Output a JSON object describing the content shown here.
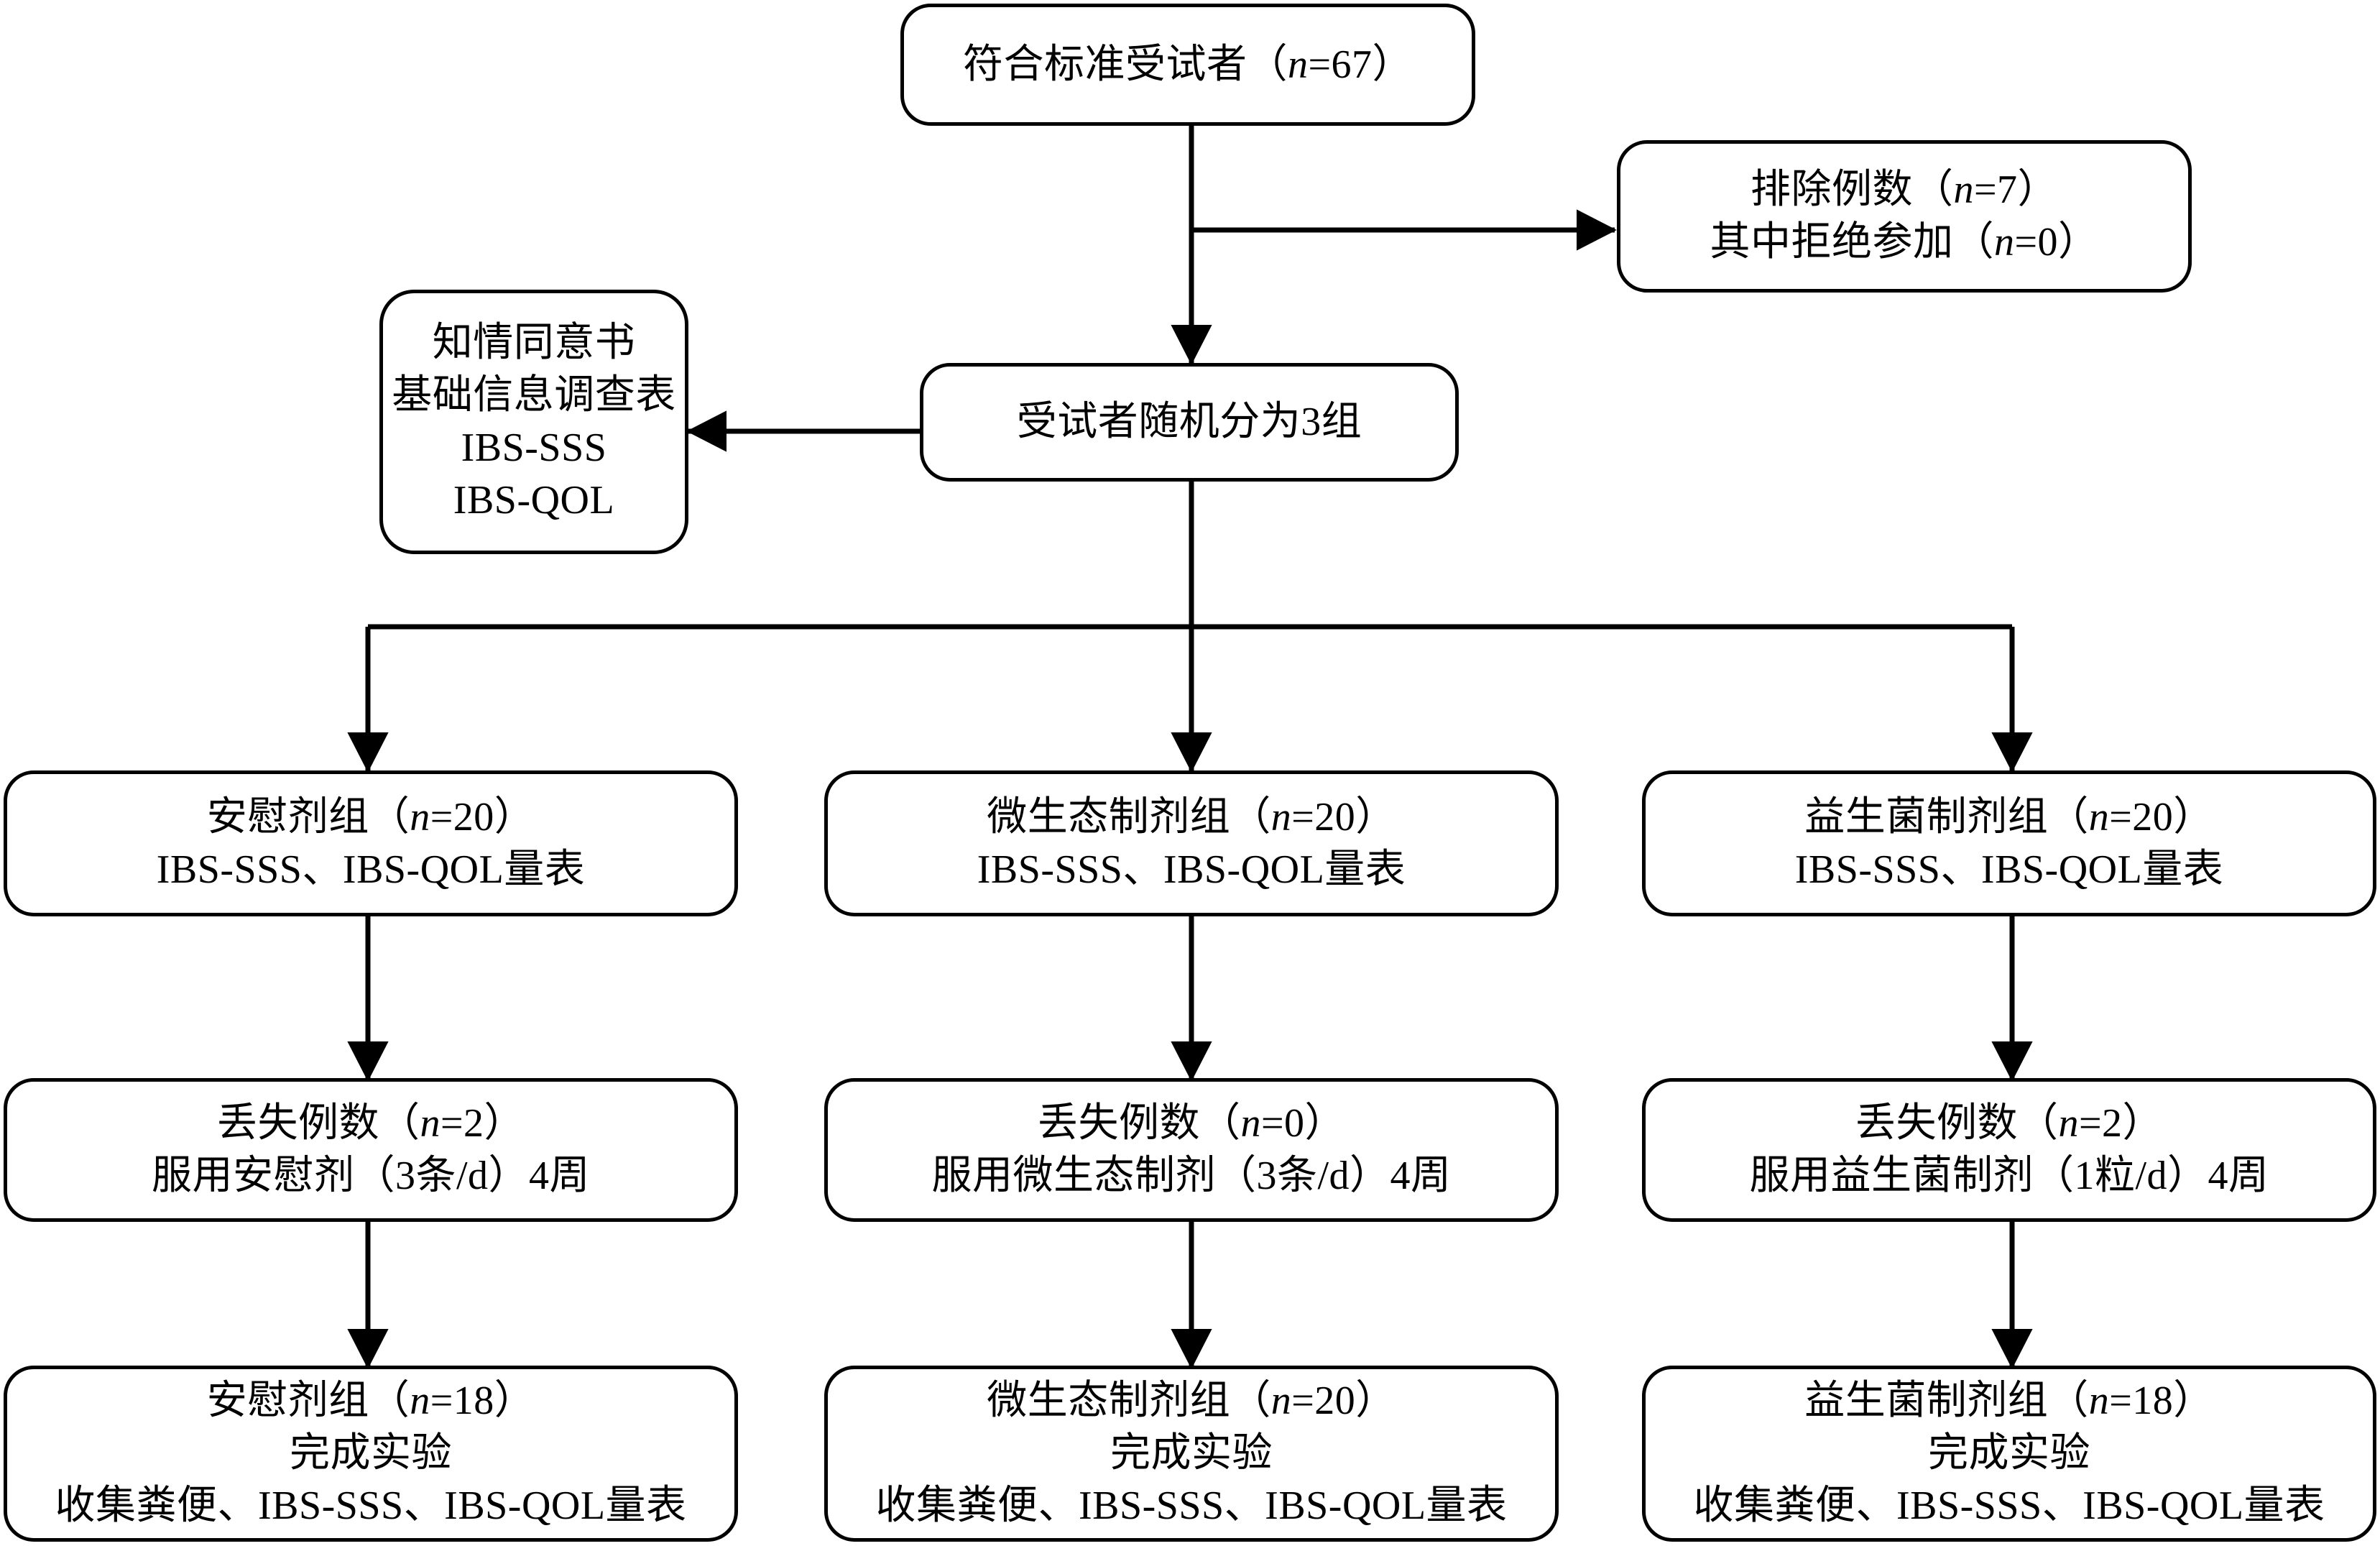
{
  "figure": {
    "type": "flowchart",
    "orientation": "top-down",
    "stroke_color": "#000000",
    "background_color": "#ffffff"
  },
  "nodes": {
    "eligible": {
      "lines": [
        {
          "text": "符合标准受试者（",
          "var": "n",
          "tail": "=67）"
        }
      ],
      "full_text": "符合标准受试者（n=67）"
    },
    "excluded": {
      "lines": [
        {
          "text": "排除例数（",
          "var": "n",
          "tail": "=7）"
        },
        {
          "text": "其中拒绝参加（",
          "var": "n",
          "tail": "=0）"
        }
      ],
      "full_text": "排除例数（n=7）其中拒绝参加（n=0）"
    },
    "baseline": {
      "lines": [
        {
          "text": "知情同意书"
        },
        {
          "text": "基础信息调查表"
        },
        {
          "text": "IBS-SSS"
        },
        {
          "text": "IBS-QOL"
        }
      ],
      "full_text": "知情同意书 基础信息调查表 IBS-SSS IBS-QOL"
    },
    "randomized": {
      "lines": [
        {
          "text": "受试者随机分为3组"
        }
      ],
      "full_text": "受试者随机分为3组"
    },
    "placebo_alloc": {
      "lines": [
        {
          "text": "安慰剂组（",
          "var": "n",
          "tail": "=20）"
        },
        {
          "text": "IBS-SSS、IBS-QOL量表"
        }
      ],
      "full_text": "安慰剂组（n=20）IBS-SSS、IBS-QOL量表"
    },
    "symbiotic_alloc": {
      "lines": [
        {
          "text": "微生态制剂组（",
          "var": "n",
          "tail": "=20）"
        },
        {
          "text": "IBS-SSS、IBS-QOL量表"
        }
      ],
      "full_text": "微生态制剂组（n=20）IBS-SSS、IBS-QOL量表"
    },
    "probiotic_alloc": {
      "lines": [
        {
          "text": "益生菌制剂组（",
          "var": "n",
          "tail": "=20）"
        },
        {
          "text": "IBS-SSS、IBS-QOL量表"
        }
      ],
      "full_text": "益生菌制剂组（n=20）IBS-SSS、IBS-QOL量表"
    },
    "placebo_followup": {
      "lines": [
        {
          "text": "丢失例数（",
          "var": "n",
          "tail": "=2）"
        },
        {
          "text": "服用安慰剂（3条/d）4周"
        }
      ],
      "full_text": "丢失例数（n=2）服用安慰剂（3条/d）4周"
    },
    "symbiotic_followup": {
      "lines": [
        {
          "text": "丢失例数（",
          "var": "n",
          "tail": "=0）"
        },
        {
          "text": "服用微生态制剂（3条/d）4周"
        }
      ],
      "full_text": "丢失例数（n=0）服用微生态制剂（3条/d）4周"
    },
    "probiotic_followup": {
      "lines": [
        {
          "text": "丢失例数（",
          "var": "n",
          "tail": "=2）"
        },
        {
          "text": "服用益生菌制剂（1粒/d）4周"
        }
      ],
      "full_text": "丢失例数（n=2）服用益生菌制剂（1粒/d）4周"
    },
    "placebo_complete": {
      "lines": [
        {
          "text": "安慰剂组（",
          "var": "n",
          "tail": "=18）"
        },
        {
          "text": "完成实验"
        },
        {
          "text": "收集粪便、IBS-SSS、IBS-QOL量表"
        }
      ],
      "full_text": "安慰剂组（n=18）完成实验 收集粪便、IBS-SSS、IBS-QOL量表"
    },
    "symbiotic_complete": {
      "lines": [
        {
          "text": "微生态制剂组（",
          "var": "n",
          "tail": "=20）"
        },
        {
          "text": "完成实验"
        },
        {
          "text": "收集粪便、IBS-SSS、IBS-QOL量表"
        }
      ],
      "full_text": "微生态制剂组（n=20）完成实验 收集粪便、IBS-SSS、IBS-QOL量表"
    },
    "probiotic_complete": {
      "lines": [
        {
          "text": "益生菌制剂组（",
          "var": "n",
          "tail": "=18）"
        },
        {
          "text": "完成实验"
        },
        {
          "text": "收集粪便、IBS-SSS、IBS-QOL量表"
        }
      ],
      "full_text": "益生菌制剂组（n=18）完成实验 收集粪便、IBS-SSS、IBS-QOL量表"
    }
  },
  "edges": [
    {
      "from": "eligible",
      "to": "excluded",
      "style": "elbow-right-arrow"
    },
    {
      "from": "eligible",
      "to": "randomized",
      "style": "straight-down-arrow"
    },
    {
      "from": "randomized",
      "to": "baseline",
      "style": "elbow-left-arrow"
    },
    {
      "from": "randomized",
      "to": "placebo_alloc",
      "style": "split-down-arrow"
    },
    {
      "from": "randomized",
      "to": "symbiotic_alloc",
      "style": "split-down-arrow"
    },
    {
      "from": "randomized",
      "to": "probiotic_alloc",
      "style": "split-down-arrow"
    },
    {
      "from": "placebo_alloc",
      "to": "placebo_followup",
      "style": "straight-down-arrow"
    },
    {
      "from": "symbiotic_alloc",
      "to": "symbiotic_followup",
      "style": "straight-down-arrow"
    },
    {
      "from": "probiotic_alloc",
      "to": "probiotic_followup",
      "style": "straight-down-arrow"
    },
    {
      "from": "placebo_followup",
      "to": "placebo_complete",
      "style": "straight-down-arrow"
    },
    {
      "from": "symbiotic_followup",
      "to": "symbiotic_complete",
      "style": "straight-down-arrow"
    },
    {
      "from": "probiotic_followup",
      "to": "probiotic_complete",
      "style": "straight-down-arrow"
    }
  ]
}
